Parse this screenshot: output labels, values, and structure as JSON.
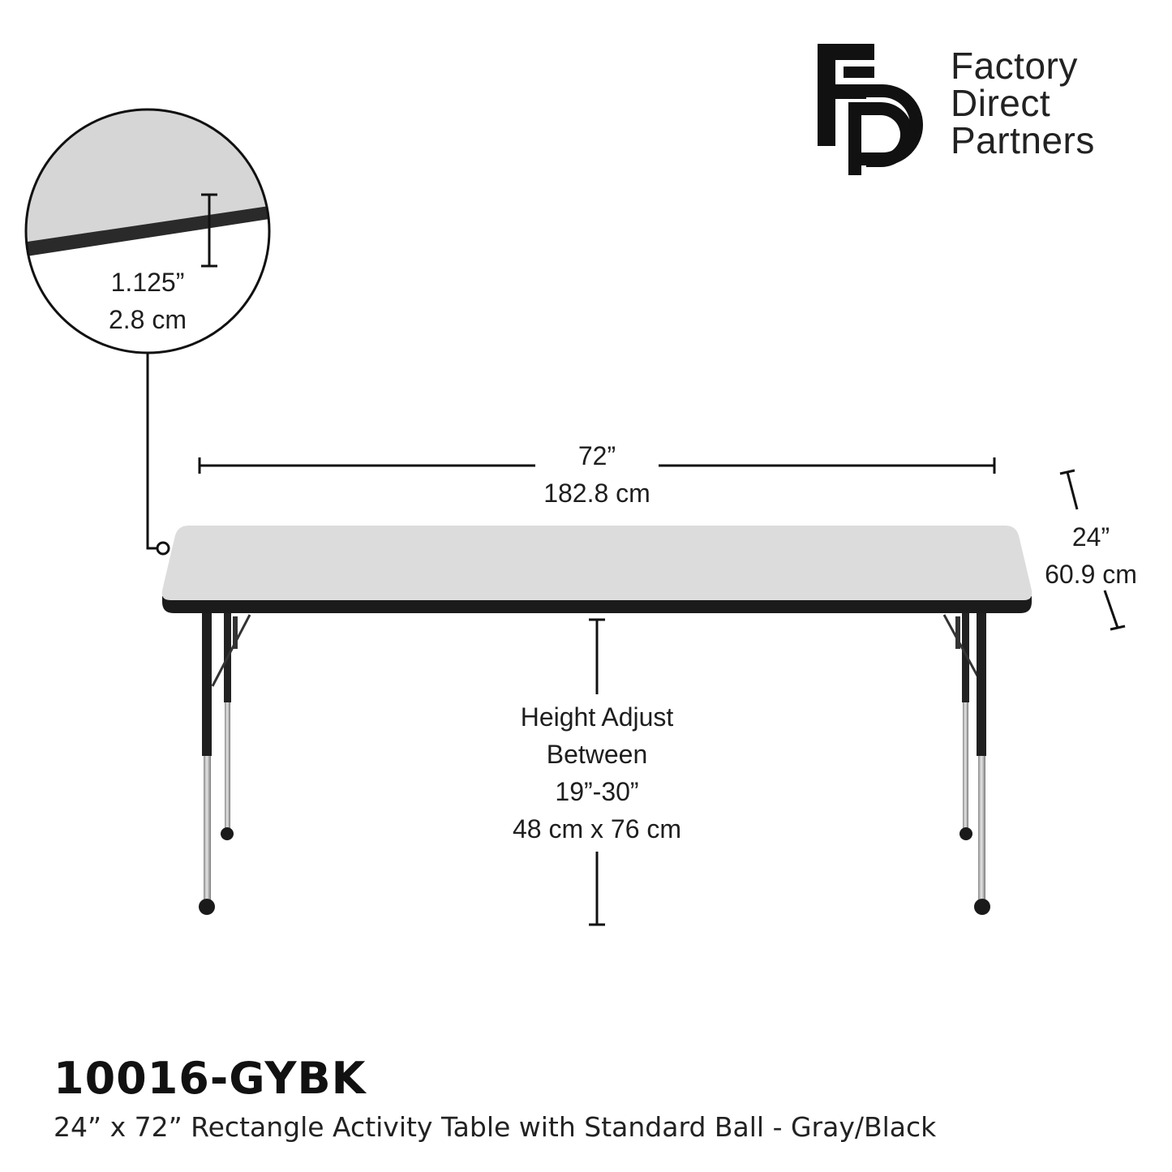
{
  "brand": {
    "logo_letters": "FP",
    "name_lines": [
      "Factory",
      "Direct",
      "Partners"
    ]
  },
  "detail": {
    "thickness_in": "1.125”",
    "thickness_cm": "2.8 cm"
  },
  "dimensions": {
    "length_in": "72”",
    "length_cm": "182.8 cm",
    "width_in": "24”",
    "width_cm": "60.9 cm",
    "height_lines": [
      "Height Adjust",
      "Between",
      "19”-30”",
      "48 cm x 76 cm"
    ]
  },
  "product": {
    "sku": "10016-GYBK",
    "description": "24” x 72” Rectangle Activity Table with Standard Ball - Gray/Black"
  },
  "colors": {
    "top_surface": "#dcdcdc",
    "edge_band": "#1b1b1b",
    "legs_upper": "#222222",
    "legs_lower": "#bdbdbd",
    "lines": "#111111"
  }
}
